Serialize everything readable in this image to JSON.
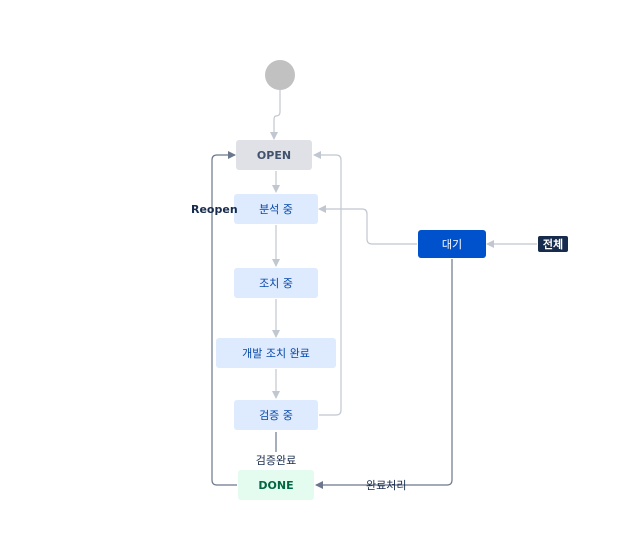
{
  "colors": {
    "start": "#c1c1c1",
    "open_bg": "#dfe1e6",
    "open_text": "#42526e",
    "status_bg": "#deebff",
    "status_text": "#0747a6",
    "wait_bg": "#0052cc",
    "wait_text": "#ffffff",
    "done_bg": "#e3fcef",
    "done_text": "#006644",
    "connector_light": "#c1c7d0",
    "connector_dark": "#6b778c",
    "badge_bg": "#172b4d",
    "badge_text": "#ffffff"
  },
  "nodes": {
    "open": "OPEN",
    "analysis": "분석 중",
    "action": "조치 중",
    "dev_done": "개발 조치 완료",
    "verify": "검증 중",
    "done": "DONE",
    "wait": "대기"
  },
  "transitions": {
    "reopen": "Reopen",
    "verify_complete": "검증완료",
    "complete": "완료처리",
    "all": "전체"
  }
}
